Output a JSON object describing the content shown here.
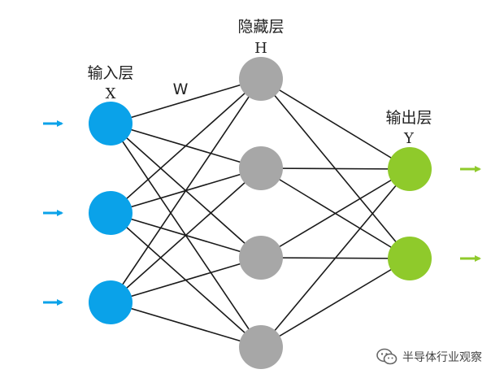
{
  "labels": {
    "input_layer": "输入层",
    "input_symbol": "X",
    "hidden_layer": "隐藏层",
    "hidden_symbol": "H",
    "output_layer": "输出层",
    "output_symbol": "Y",
    "weights": "W"
  },
  "network": {
    "input_nodes": 3,
    "hidden_nodes": 4,
    "output_nodes": 2
  },
  "colors": {
    "input_node": "#0aa2e9",
    "hidden_node": "#a7a7a7",
    "output_node": "#8fca2b",
    "input_arrow": "#0aa2e9",
    "output_arrow": "#8fca2b",
    "edge": "#1a1a1a"
  },
  "watermark": {
    "icon": "wechat-icon",
    "text": "半导体行业观察"
  }
}
